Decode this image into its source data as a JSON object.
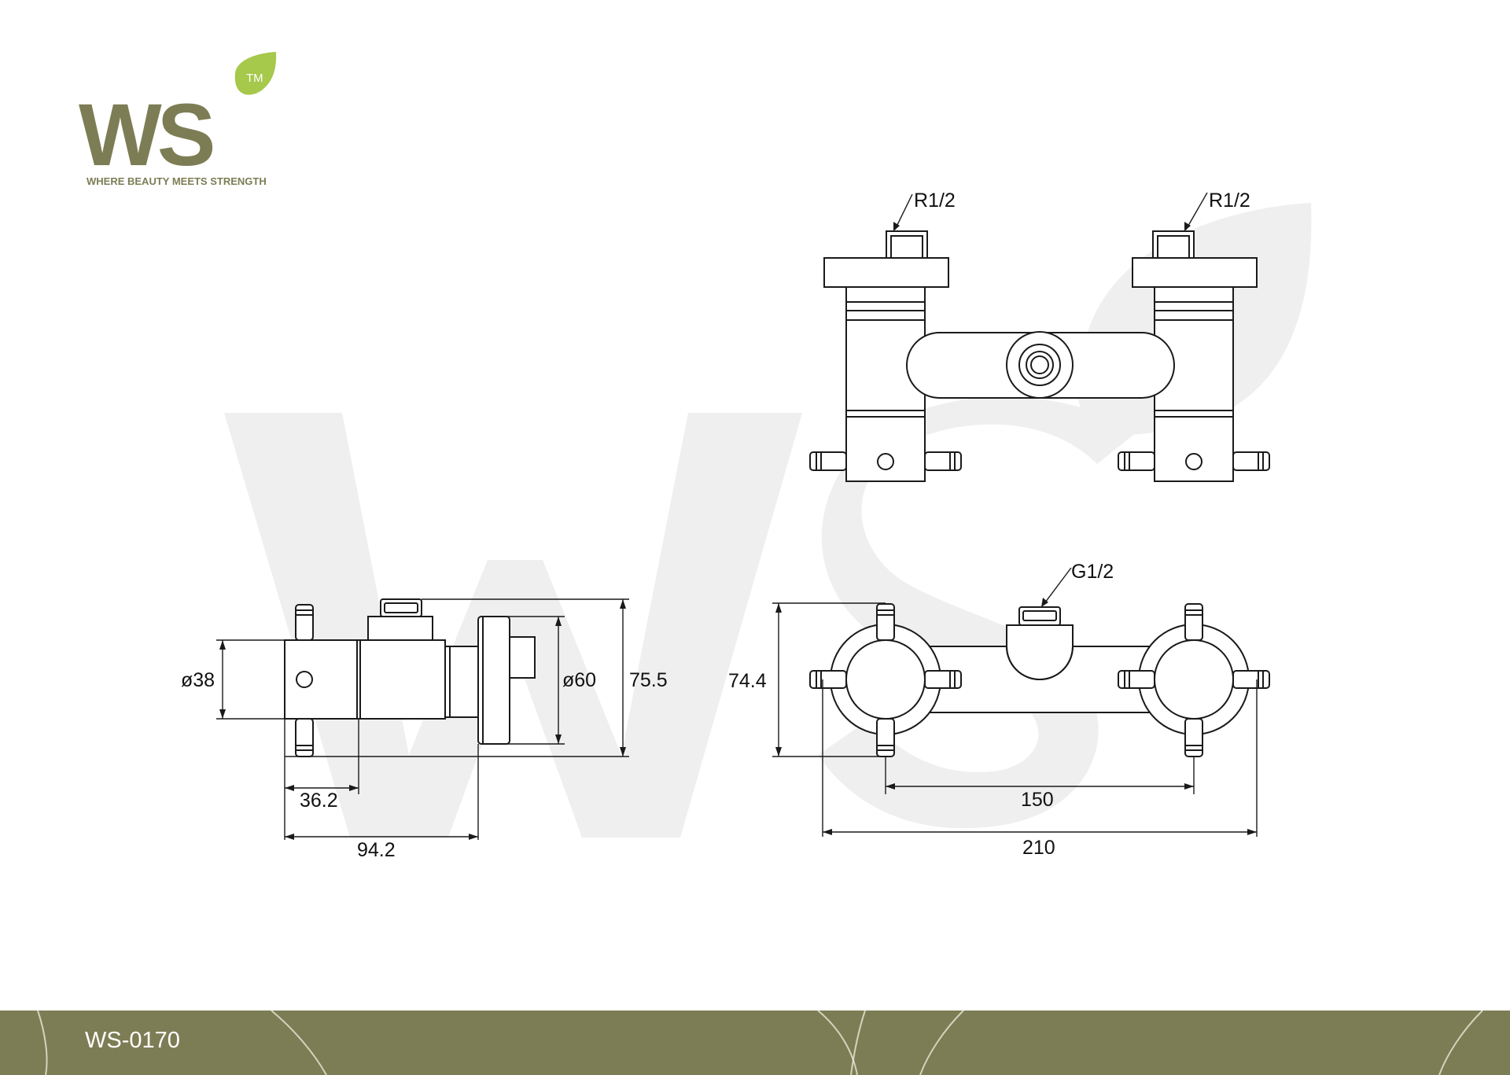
{
  "brand": {
    "logo_text": "WS",
    "trademark": "TM",
    "tagline": "WHERE BEAUTY MEETS STRENGTH"
  },
  "drawing": {
    "labels": {
      "thread_left": "R1/2",
      "thread_right": "R1/2",
      "outlet_thread": "G1/2"
    },
    "dimensions": {
      "diameter_body": "ø38",
      "diameter_plate": "ø60",
      "depth_total": "75.5",
      "height_total": "74.4",
      "side_offset": "36.2",
      "side_width": "94.2",
      "center_distance": "150",
      "overall_width": "210"
    }
  },
  "footer": {
    "model_code": "WS-0170"
  },
  "colors": {
    "brand_olive": "#7d7d55",
    "leaf_green": "#a6c84b",
    "watermark": "#efefef",
    "line": "#1a1a1a"
  }
}
